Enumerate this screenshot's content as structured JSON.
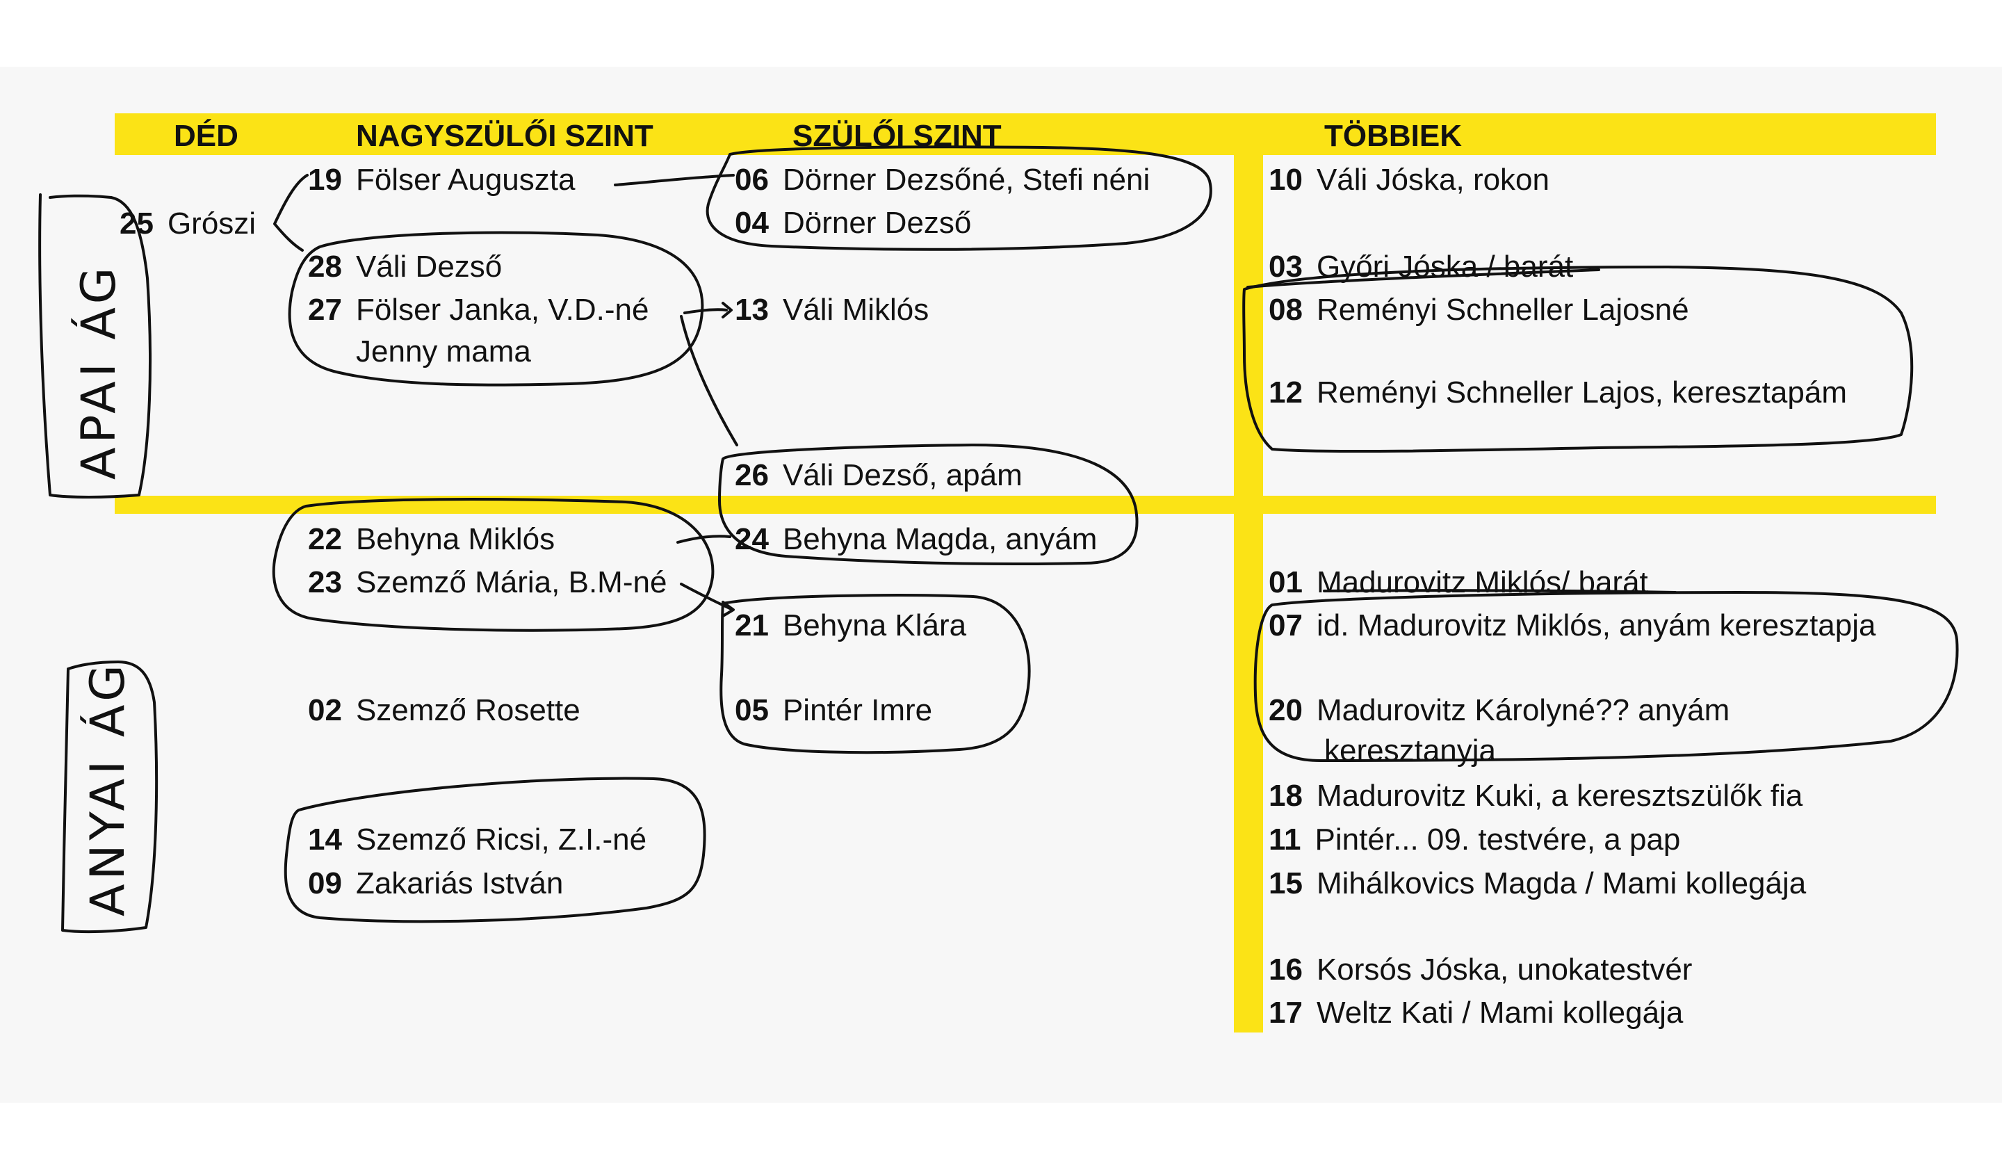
{
  "headers": {
    "ded": "DÉD",
    "nagyszuloi": "NAGYSZÜLŐI SZINT",
    "szuloi": "SZÜLŐI SZINT",
    "tobbiek": "TÖBBIEK"
  },
  "side_labels": {
    "apai": "APAI ÁG",
    "anyai": "ANYAI ÁG"
  },
  "ded": [
    {
      "num": "25",
      "name": "Grószi"
    }
  ],
  "nagyszuloi": [
    {
      "num": "19",
      "name": "Fölser Auguszta"
    },
    {
      "num": "28",
      "name": "Váli Dezső"
    },
    {
      "num": "27",
      "name": "Fölser Janka, V.D.-né",
      "cont": "Jenny mama"
    },
    {
      "num": "22",
      "name": "Behyna Miklós"
    },
    {
      "num": "23",
      "name": "Szemző Mária, B.M-né"
    },
    {
      "num": "02",
      "name": "Szemző Rosette"
    },
    {
      "num": "14",
      "name": "Szemző Ricsi, Z.I.-né"
    },
    {
      "num": "09",
      "name": "Zakariás István"
    }
  ],
  "szuloi": [
    {
      "num": "06",
      "name": "Dörner Dezsőné, Stefi néni"
    },
    {
      "num": "04",
      "name": "Dörner Dezső"
    },
    {
      "num": "13",
      "name": "Váli Miklós"
    },
    {
      "num": "26",
      "name": "Váli Dezső, apám"
    },
    {
      "num": "24",
      "name": "Behyna Magda, anyám"
    },
    {
      "num": "21",
      "name": "Behyna Klára"
    },
    {
      "num": "05",
      "name": "Pintér Imre"
    }
  ],
  "tobbiek": [
    {
      "num": "10",
      "name": "Váli Jóska, rokon"
    },
    {
      "num": "03",
      "name": "Győri Jóska / barát"
    },
    {
      "num": "08",
      "name": "Reményi Schneller Lajosné"
    },
    {
      "num": "12",
      "name": "Reményi Schneller Lajos, keresztapám"
    },
    {
      "num": "01",
      "name": "Madurovitz Miklós/ barát"
    },
    {
      "num": "07",
      "name": "id. Madurovitz Miklós, anyám keresztapja"
    },
    {
      "num": "20",
      "name": "Madurovitz Károlyné?? anyám",
      "cont": "keresztanyja"
    },
    {
      "num": "18",
      "name": "Madurovitz Kuki, a keresztszülők fia"
    },
    {
      "num": "11",
      "name": "Pintér...   09. testvére, a pap"
    },
    {
      "num": "15",
      "name": "Mihálkovics Magda / Mami kollegája"
    },
    {
      "num": "16",
      "name": "Korsós Jóska, unokatestvér"
    },
    {
      "num": "17",
      "name": "Weltz Kati / Mami kollegája"
    }
  ],
  "colors": {
    "band": "#fbe316",
    "ink": "#111111",
    "paper": "#f7f7f7"
  }
}
